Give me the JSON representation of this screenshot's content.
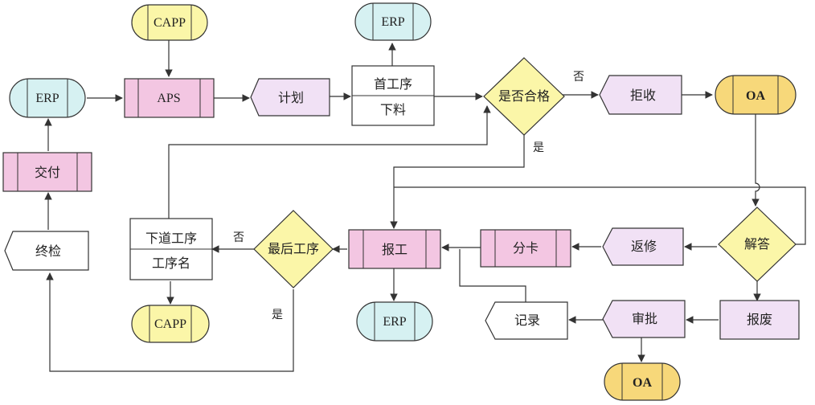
{
  "colors": {
    "erp": "#d6f1f2",
    "capp": "#fbf6a8",
    "oa": "#f7d87a",
    "process": "#f3c6e2",
    "lavender": "#f1e1f5",
    "decision": "#fbf6a8",
    "stroke": "#333333"
  },
  "nodes": {
    "capp_top": "CAPP",
    "erp_top": "ERP",
    "erp_left": "ERP",
    "aps": "APS",
    "plan": "计划",
    "first_op_line1": "首工序",
    "first_op_line2": "下料",
    "qualified": "是否合格",
    "reject": "拒收",
    "oa_right": "OA",
    "deliver": "交付",
    "final_inspect": "终检",
    "next_op_line1": "下道工序",
    "next_op_line2": "工序名",
    "last_op": "最后工序",
    "report": "报工",
    "split_card": "分卡",
    "rework": "返修",
    "answer": "解答",
    "capp_bottom": "CAPP",
    "erp_bottom": "ERP",
    "record": "记录",
    "approve": "审批",
    "scrap": "报废",
    "oa_bottom": "OA"
  },
  "edge_labels": {
    "no_reject": "否",
    "yes_report": "是",
    "no_next": "否",
    "yes_final": "是"
  }
}
